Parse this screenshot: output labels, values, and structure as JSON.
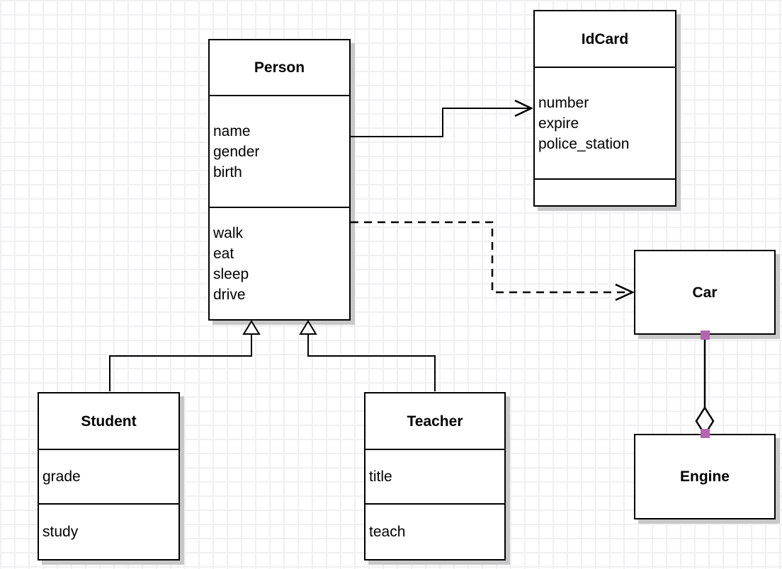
{
  "canvas": {
    "background": "#ffffff",
    "grid_color": "#f0f0f2",
    "box_fill": "#ffffff",
    "box_border": "#000000",
    "shadow_color": "#c8c8c8",
    "edge_color": "#000000",
    "endpoint_handle_color": "#b564b0"
  },
  "classes": {
    "person": {
      "title": "Person",
      "attributes": "name\ngender\nbirth",
      "methods": "walk\neat\nsleep\ndrive"
    },
    "idcard": {
      "title": "IdCard",
      "attributes": "number\nexpire\npolice_station",
      "methods": ""
    },
    "car": {
      "title": "Car"
    },
    "engine": {
      "title": "Engine"
    },
    "student": {
      "title": "Student",
      "attributes": "grade",
      "methods": "study"
    },
    "teacher": {
      "title": "Teacher",
      "attributes": "title",
      "methods": "teach"
    }
  },
  "relationships": [
    {
      "from": "Person",
      "to": "IdCard",
      "type": "association",
      "line_style": "solid",
      "end_marker": "open-arrow"
    },
    {
      "from": "Person",
      "to": "Car",
      "type": "dependency",
      "line_style": "dashed",
      "end_marker": "open-arrow"
    },
    {
      "from": "Student",
      "to": "Person",
      "type": "generalization",
      "line_style": "solid",
      "end_marker": "hollow-triangle"
    },
    {
      "from": "Teacher",
      "to": "Person",
      "type": "generalization",
      "line_style": "solid",
      "end_marker": "hollow-triangle"
    },
    {
      "from": "Engine",
      "to": "Car",
      "type": "aggregation",
      "line_style": "solid",
      "end_marker": "hollow-diamond"
    }
  ]
}
